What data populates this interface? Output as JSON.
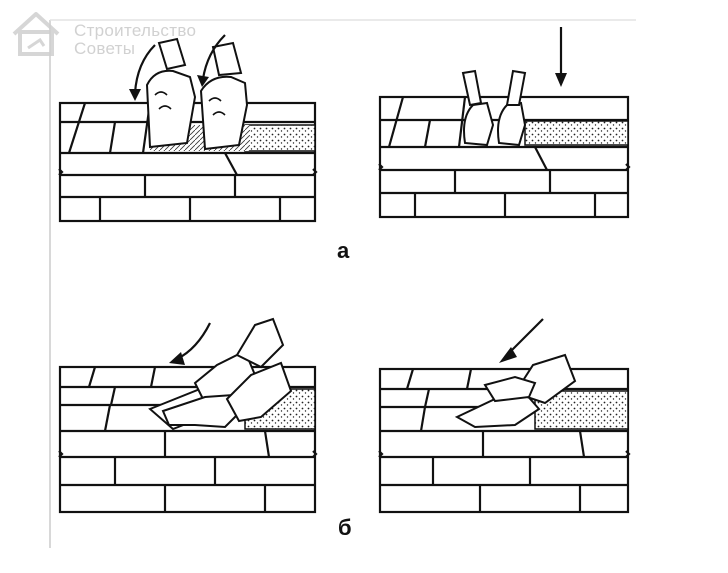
{
  "watermark": {
    "line1": "Строительство",
    "line2": "Советы",
    "icon": "house-logo-icon"
  },
  "labels": {
    "a": "а",
    "b": "б"
  },
  "colors": {
    "ink": "#111111",
    "frame": "#d8d8d8",
    "watermark": "#c9c9c9"
  }
}
